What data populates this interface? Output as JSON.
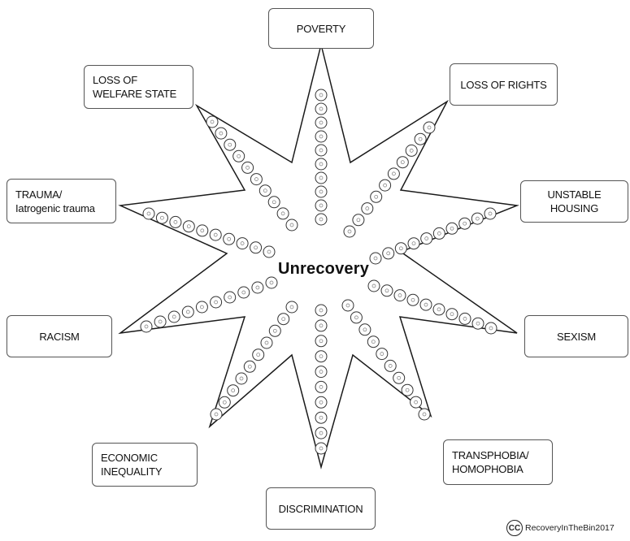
{
  "diagram": {
    "title": "Unrecovery",
    "boxes": {
      "poverty": "POVERTY",
      "loss_of_welfare_state": [
        "LOSS OF",
        "WELFARE STATE"
      ],
      "loss_of_rights": "LOSS OF RIGHTS",
      "trauma": [
        "TRAUMA/",
        "Iatrogenic trauma"
      ],
      "unstable_housing": "UNSTABLE HOUSING",
      "racism": "RACISM",
      "sexism": "SEXISM",
      "economic_inequality": [
        "ECONOMIC",
        "INEQUALITY"
      ],
      "transphobia_homophobia": [
        "TRANSPHOBIA/",
        "HOMOPHOBIA"
      ],
      "discrimination": "DISCRIMINATION"
    },
    "credit": {
      "icon": "creative-commons-icon",
      "icon_text": "CC",
      "text": "RecoveryInTheBin2017"
    },
    "beads_per_arm": 10
  }
}
